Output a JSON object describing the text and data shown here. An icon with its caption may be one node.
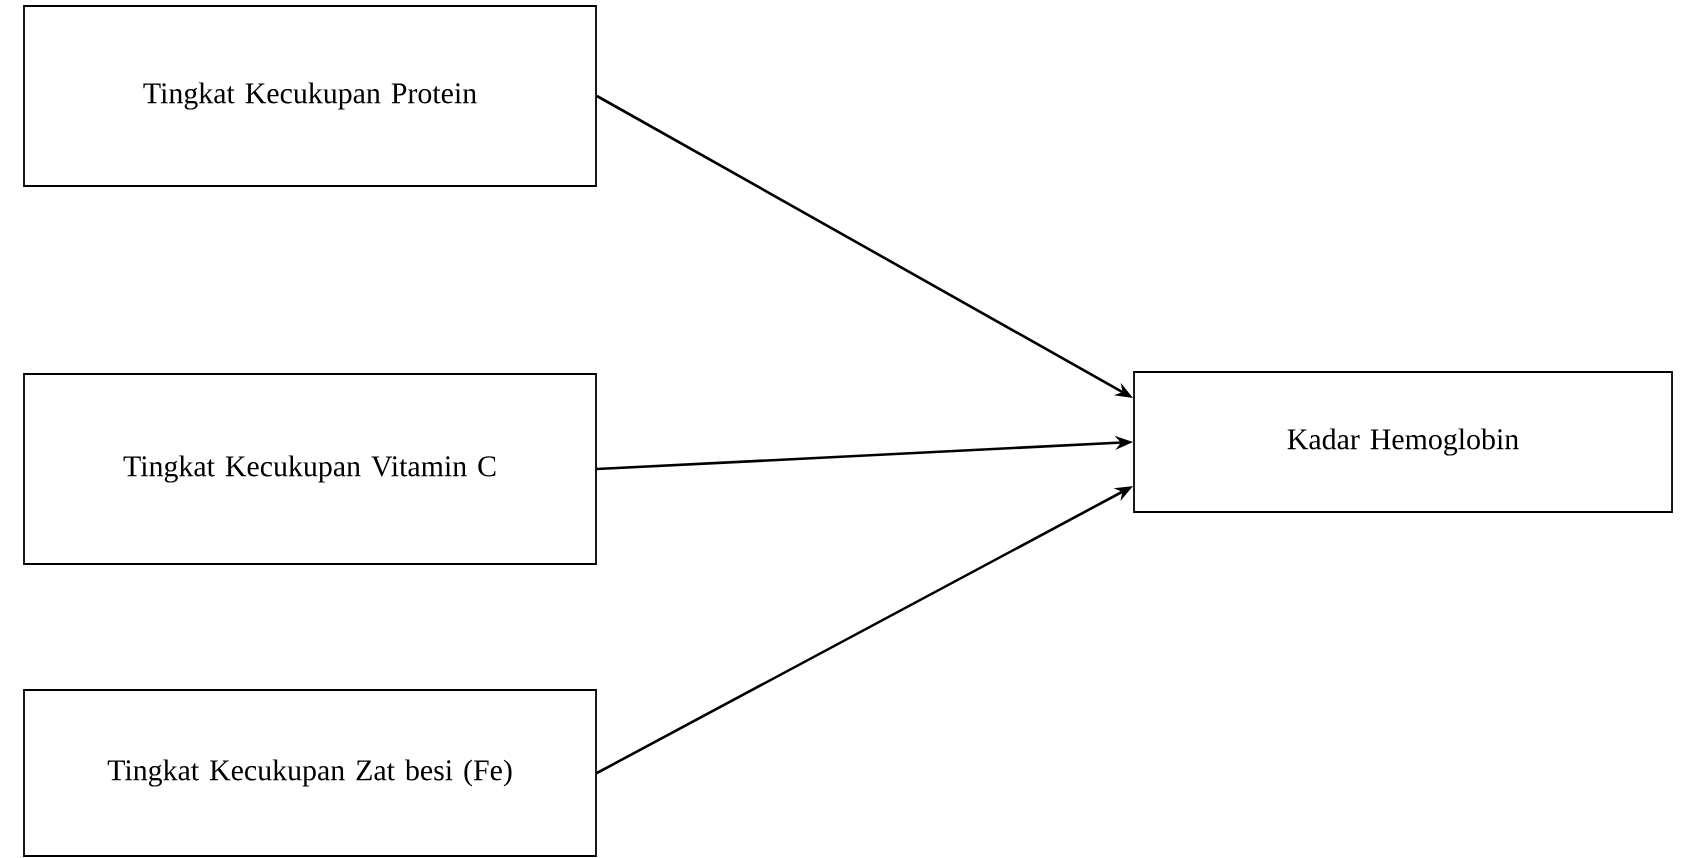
{
  "diagram": {
    "nodes": [
      {
        "text": [
          "Tingkat Kecukupan Protein"
        ]
      },
      {
        "text": [
          "Tingkat Kecukupan Vitamin C"
        ]
      },
      {
        "text": [
          "Tingkat Kecukupan Zat besi (Fe)"
        ]
      },
      {
        "text": [
          "Kadar Hemoglobin"
        ]
      }
    ],
    "edges": [
      {
        "from": 0,
        "to": 3,
        "arrow": "to"
      },
      {
        "from": 1,
        "to": 3,
        "arrow": "to"
      },
      {
        "from": 2,
        "to": 3,
        "arrow": "to"
      }
    ]
  }
}
